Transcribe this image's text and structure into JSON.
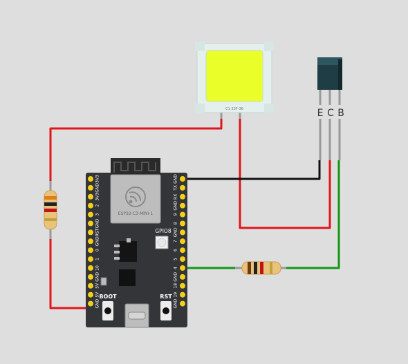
{
  "colors": {
    "background": "#dedede",
    "wire_red": "#e0151b",
    "wire_black": "#111111",
    "wire_green": "#149614",
    "board": "#333538",
    "pin_header": "#f4cf1a",
    "led_face": "#eaff2a",
    "transistor_body": "#1e3d44"
  },
  "board": {
    "module_label": "ESP32-C3-MINI-1",
    "gpio_label": "GPIO8",
    "boot_label": "BOOT",
    "rst_label": "RST",
    "left_pins": [
      "3V3",
      "GND",
      "3V3",
      "2",
      "3",
      "GND",
      "RST",
      "GND",
      "0",
      "1",
      "10",
      "GND",
      "5V",
      "5V",
      "GND"
    ],
    "right_pins": [
      "GND",
      "TX",
      "RX",
      "GND",
      "9",
      "8",
      "GND",
      "7",
      "6",
      "5",
      "4",
      "GND",
      "18",
      "19",
      "GND"
    ]
  },
  "led": {
    "label": "C1 33F-36"
  },
  "transistor": {
    "pins": [
      "E",
      "C",
      "B"
    ]
  }
}
